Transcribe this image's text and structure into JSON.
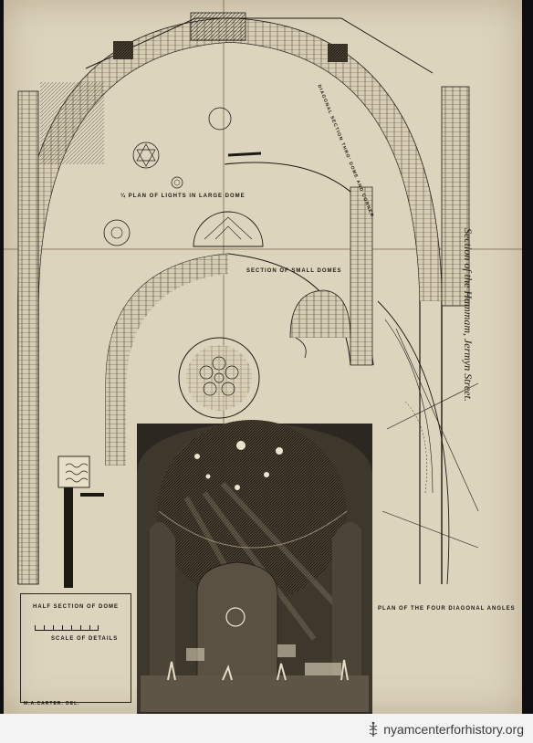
{
  "sheet": {
    "side_title": "Section of the Hammam, Jermyn Street.",
    "labels": {
      "plan_lights": "¼ PLAN OF LIGHTS IN LARGE DOME",
      "section_small_domes": "SECTION OF SMALL DOMES",
      "diagonal_section": "DIAGONAL SECTION THRO' DOME AND CORNER",
      "half_section": "HALF SECTION OF DOME",
      "scale": "SCALE OF DETAILS",
      "plan_angles": "PLAN OF THE FOUR DIAGONAL ANGLES",
      "signature": "M.A.CARTER. DEL."
    }
  },
  "watermark": {
    "text": "nyamcenterforhistory.org",
    "icon": "caduceus-logo-icon"
  },
  "colors": {
    "paper": "#ddd4be",
    "ink": "#1d1a15",
    "footer": "#f3f3f3"
  }
}
